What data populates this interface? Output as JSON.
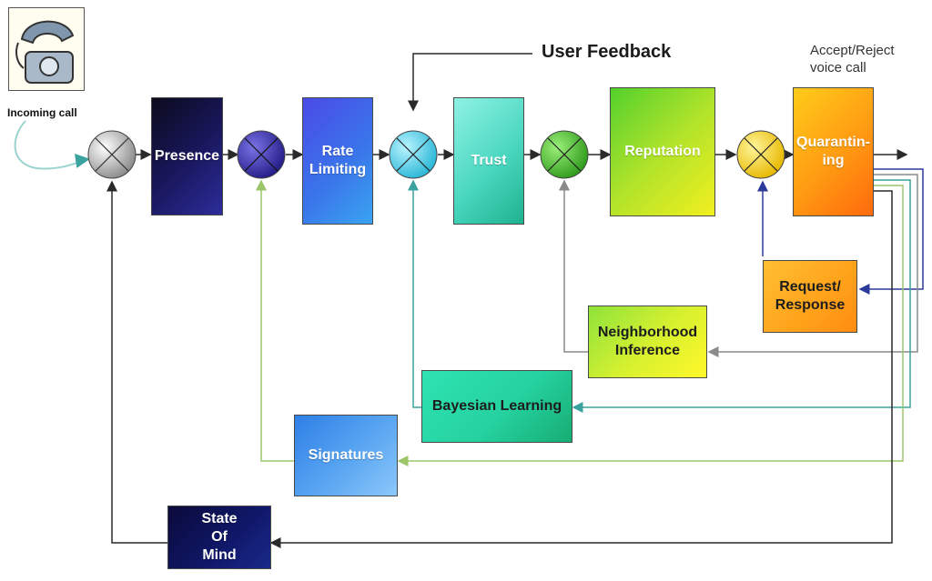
{
  "incoming_call": {
    "label": "Incoming call"
  },
  "user_feedback": {
    "label": "User Feedback"
  },
  "output": {
    "label": "Accept/Reject voice call"
  },
  "blocks": {
    "presence": "Presence",
    "rate_limiting": "Rate Limiting",
    "trust": "Trust",
    "reputation": "Reputation",
    "quarantining": "Quarantin-\ning",
    "request_response": "Request/\nResponse",
    "neighborhood_inference": "Neighborhood\nInference",
    "bayesian_learning": "Bayesian Learning",
    "signatures": "Signatures",
    "state_of_mind": "State\nOf\nMind"
  },
  "icons": {
    "phone": "telephone-icon",
    "junction": "summing-junction-icon"
  },
  "colors": {
    "line_dark": "#2a2a2a",
    "line_blue": "#2b3a9a",
    "line_green": "#9cc56a",
    "line_teal": "#3aa3a0",
    "line_gray": "#8a8a8a"
  }
}
